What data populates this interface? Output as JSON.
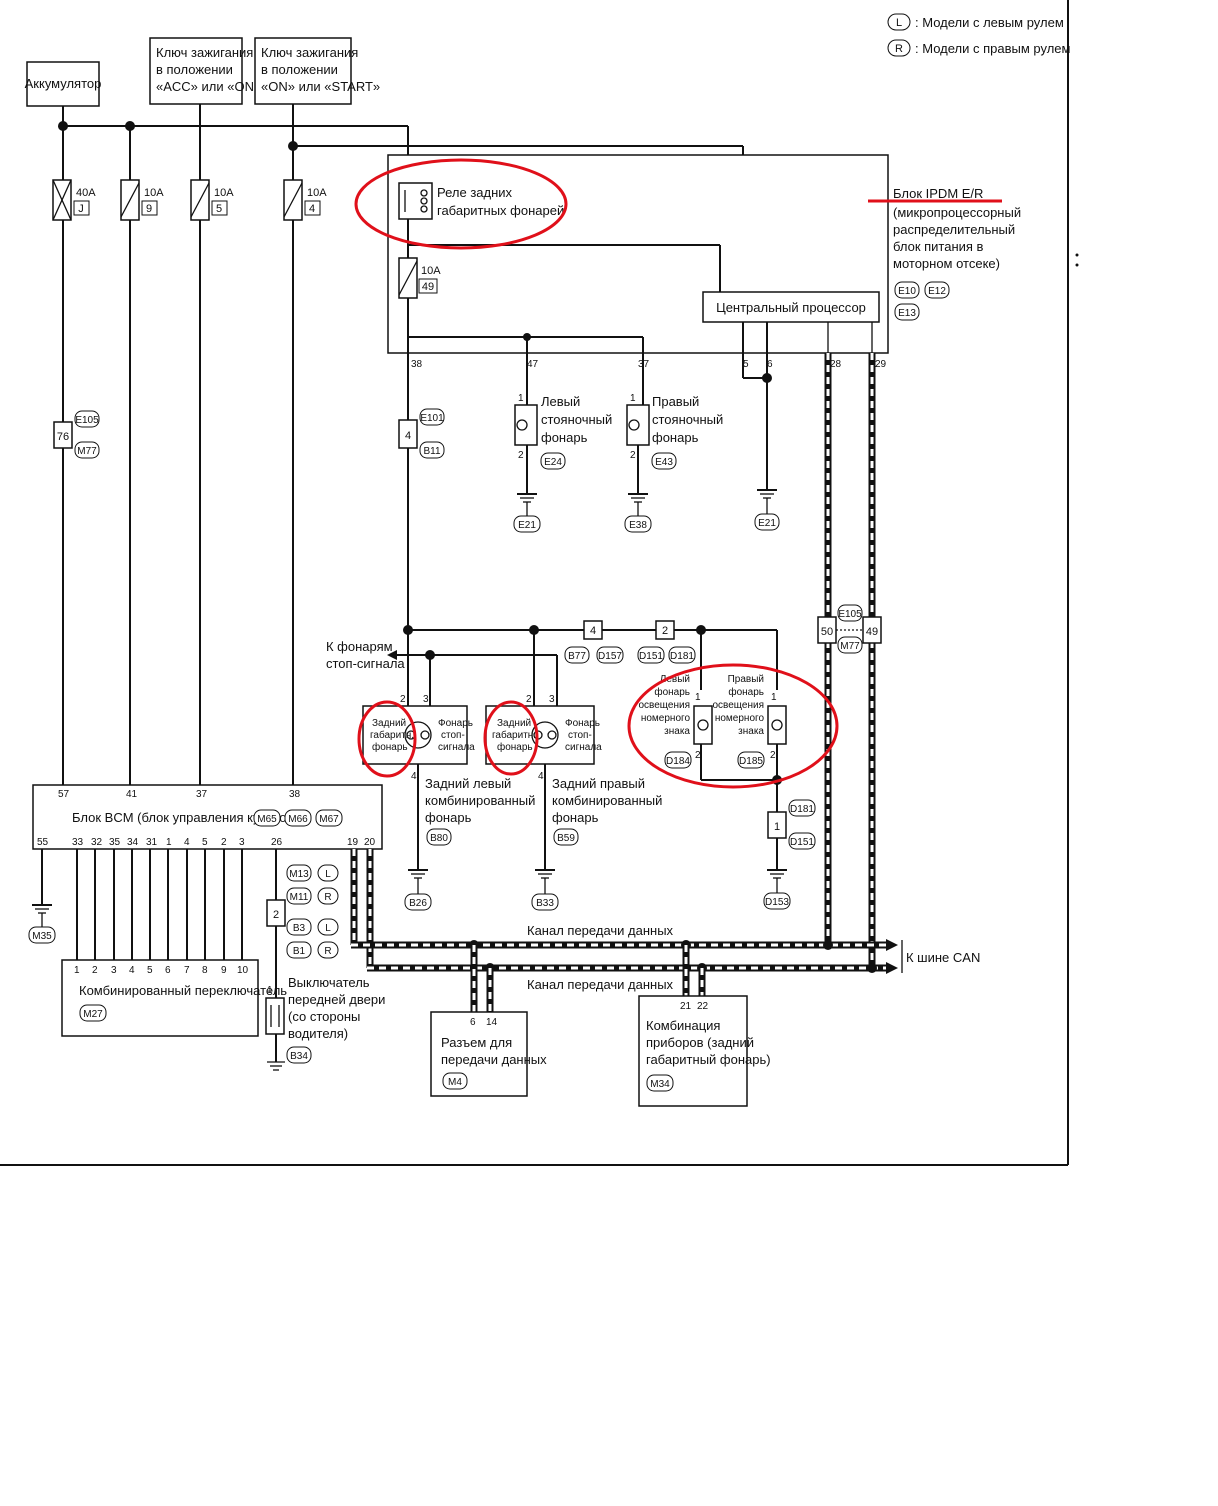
{
  "legend": [
    {
      "badge": "L",
      "text": ": Модели с левым рулем"
    },
    {
      "badge": "R",
      "text": ": Модели с правым рулем"
    }
  ],
  "sources": {
    "battery": "Аккумулятор",
    "ign_acc": [
      "Ключ зажигания",
      "в положении",
      "«ACC» или «ON»"
    ],
    "ign_on": [
      "Ключ зажигания",
      "в положении",
      "«ON» или «START»"
    ]
  },
  "fuses": [
    {
      "rating": "40A",
      "id": "J"
    },
    {
      "rating": "10A",
      "id": "9"
    },
    {
      "rating": "10A",
      "id": "5"
    },
    {
      "rating": "10A",
      "id": "4"
    },
    {
      "rating": "10A",
      "id": "49"
    }
  ],
  "ipdm": {
    "title": "Блок IPDM E/R",
    "desc": [
      "(микропроцессорный",
      "распределительный",
      "блок питания в",
      "моторном отсеке)"
    ],
    "connectors": [
      "E10",
      "E12",
      "E13"
    ],
    "relay": [
      "Реле задних",
      "габаритных фонарей"
    ],
    "cpu": "Центральный процессор",
    "pins": [
      "38",
      "47",
      "37",
      "5",
      "6",
      "28",
      "29"
    ]
  },
  "parking_left": {
    "label": [
      "Левый",
      "стояночный",
      "фонарь"
    ],
    "pins": [
      "1",
      "2"
    ],
    "conn": "E24",
    "ground": "E21"
  },
  "parking_right": {
    "label": [
      "Правый",
      "стояночный",
      "фонарь"
    ],
    "pins": [
      "1",
      "2"
    ],
    "conn": "E43",
    "ground": "E38"
  },
  "ipdm_ground": "E21",
  "joints": {
    "j76": {
      "pin": "76",
      "conns": [
        "E105",
        "M77"
      ]
    },
    "j4": {
      "pin": "4",
      "conns": [
        "E101",
        "B11"
      ]
    },
    "j4b": {
      "pin": "4",
      "conns": [
        "B77",
        "D157"
      ]
    },
    "j2": {
      "pin": "2",
      "conns": [
        "D151",
        "D181"
      ]
    },
    "j1": {
      "pin": "1",
      "conns": [
        "D181",
        "D151"
      ]
    },
    "j5049": {
      "pins": [
        "50",
        "49"
      ],
      "conns": [
        "E105",
        "M77"
      ]
    },
    "j2b": {
      "pin": "2"
    }
  },
  "stop_note": [
    "К фонарям",
    "стоп-сигнала"
  ],
  "rear_left": {
    "tail": [
      "Задний",
      "габаритн.",
      "фонарь"
    ],
    "stop": [
      "Фонарь",
      "стоп-",
      "сигнала"
    ],
    "name": [
      "Задний левый",
      "комбинированный",
      "фонарь"
    ],
    "conn": "B80",
    "ground": "B26",
    "pins": [
      "2",
      "3",
      "4"
    ]
  },
  "rear_right": {
    "tail": [
      "Задний",
      "габаритн.",
      "фонарь"
    ],
    "stop": [
      "Фонарь",
      "стоп-",
      "сигнала"
    ],
    "name": [
      "Задний правый",
      "комбинированный",
      "фонарь"
    ],
    "conn": "B59",
    "ground": "B33",
    "pins": [
      "2",
      "3",
      "4"
    ]
  },
  "plate_left": {
    "label": [
      "Левый",
      "фонарь",
      "освещения",
      "номерного",
      "знака"
    ],
    "conn": "D184",
    "pins": [
      "1",
      "2"
    ]
  },
  "plate_right": {
    "label": [
      "Правый",
      "фонарь",
      "освещения",
      "номерного",
      "знака"
    ],
    "conn": "D185",
    "pins": [
      "1",
      "2"
    ]
  },
  "plate_ground": "D153",
  "bcm": {
    "title": "Блок BCM (блок управления кузовом)",
    "conns": [
      "M65",
      "M66",
      "M67"
    ],
    "top_pins": [
      "57",
      "41",
      "37",
      "38"
    ],
    "bottom_pins": [
      "55",
      "33",
      "32",
      "35",
      "34",
      "31",
      "1",
      "4",
      "5",
      "2",
      "3",
      "26",
      "19",
      "20"
    ],
    "ground": "M35"
  },
  "combi_switch": {
    "title": "Комбинированный переключатель",
    "conn": "M27",
    "pins": [
      "1",
      "2",
      "3",
      "4",
      "5",
      "6",
      "7",
      "8",
      "9",
      "10"
    ]
  },
  "door_switch": {
    "label": [
      "Выключатель",
      "передней двери",
      "(со стороны",
      "водителя)"
    ],
    "conns": [
      {
        "id": "M13",
        "side": "L"
      },
      {
        "id": "M11",
        "side": "R"
      },
      {
        "id": "B3",
        "side": "L"
      },
      {
        "id": "B1",
        "side": "R"
      }
    ],
    "conn": "B34",
    "pin": "1",
    "joint": "2"
  },
  "can": {
    "line1": "Канал передачи данных",
    "line2": "Канал передачи данных",
    "bus": "К шине CAN"
  },
  "dlc": {
    "label": [
      "Разъем для",
      "передачи данных"
    ],
    "conn": "M4",
    "pins": [
      "6",
      "14"
    ]
  },
  "meter": {
    "label": [
      "Комбинация",
      "приборов (задний",
      "габаритный фонарь)"
    ],
    "conn": "M34",
    "pins": [
      "21",
      "22"
    ]
  },
  "colors": {
    "ink": "#111111",
    "annotation": "#e0101a",
    "paper": "#ffffff"
  }
}
